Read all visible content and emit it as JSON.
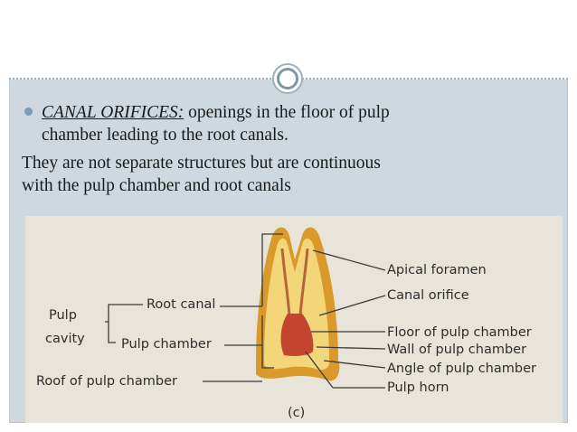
{
  "slide": {
    "bullet": {
      "term": "CANAL ORIFICES:",
      "text_line1": " openings in the floor of pulp",
      "text_line2": "chamber leading to the root canals."
    },
    "paragraph": {
      "line1": "They are not separate structures but are continuous",
      "line2": "with the pulp chamber and root canals"
    }
  },
  "figure": {
    "left_labels": {
      "pulp": "Pulp",
      "cavity": "cavity",
      "root_canal": "Root canal",
      "pulp_chamber": "Pulp chamber",
      "roof_of_pulp_chamber": "Roof of pulp chamber"
    },
    "right_labels": {
      "apical_foramen": "Apical foramen",
      "canal_orifice": "Canal orifice",
      "floor_of_pulp_chamber": "Floor of pulp chamber",
      "wall_of_pulp_chamber": "Wall of pulp chamber",
      "angle_of_pulp_chamber": "Angle of pulp chamber",
      "pulp_horn": "Pulp horn"
    },
    "caption": "(c)",
    "colors": {
      "enamel": "#d99a2b",
      "dentin": "#f3d67a",
      "pulp": "#c4452d",
      "canal": "#b5653a"
    }
  }
}
